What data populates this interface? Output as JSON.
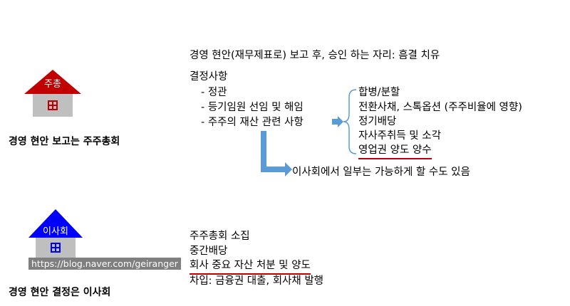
{
  "shareholders": {
    "icon_label": "주총",
    "caption": "경영 현안 보고는 주주총회",
    "color": "#c00000"
  },
  "board": {
    "icon_label": "이사회",
    "caption": "경영 현안 결정은 이사회",
    "color": "#0000ff"
  },
  "top": {
    "heading": "경영 현안(재무제표로) 보고 후, 승인 하는 자리: 흠결 치유",
    "decisions_title": "결정사항",
    "decisions": [
      "- 정관",
      "- 등기임원 선임 및 해임",
      "- 주주의 재산 관련 사항"
    ],
    "property_items": [
      "합병/분할",
      "전환사채, 스톡옵션 (주주비율에 영향)",
      "정기배당",
      "자사주취득 및 소각",
      "영업권 양도 양수"
    ],
    "note": "이사회에서 일부는 가능하게 할 수도 있음"
  },
  "bottom": {
    "items": [
      "주주총회 소집",
      "중간배당",
      "회사 중요 자산 처분 및 양도",
      "차입: 금융권 대출, 회사채 발행"
    ]
  },
  "watermark": "https://blog.naver.com/geiranger",
  "arrow_color": "#5b9bd5"
}
